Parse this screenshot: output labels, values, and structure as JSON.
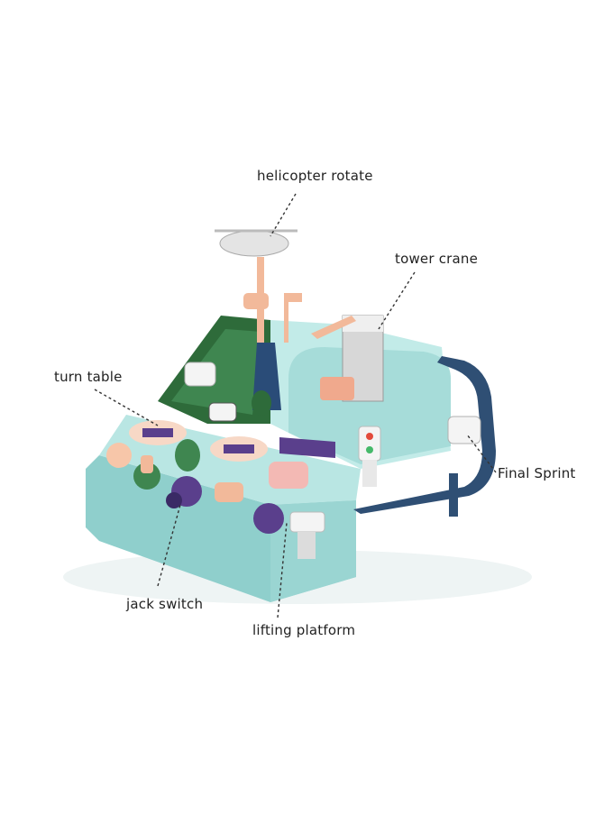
{
  "callouts": {
    "helicopter": "helicopter rotate",
    "tower_crane": "tower crane",
    "turn_table": "turn table",
    "final_sprint": "Final Sprint",
    "jack_switch": "jack switch",
    "lifting_platform": "lifting platform"
  },
  "colors": {
    "base": "#a9dedb",
    "base_dark": "#7fc3c0",
    "ramp_green": "#2e6b3a",
    "track_navy": "#2f4f74",
    "accent_peach": "#f2b99a",
    "accent_purple": "#5a3f8c",
    "crane_grey": "#d7d7d7"
  }
}
